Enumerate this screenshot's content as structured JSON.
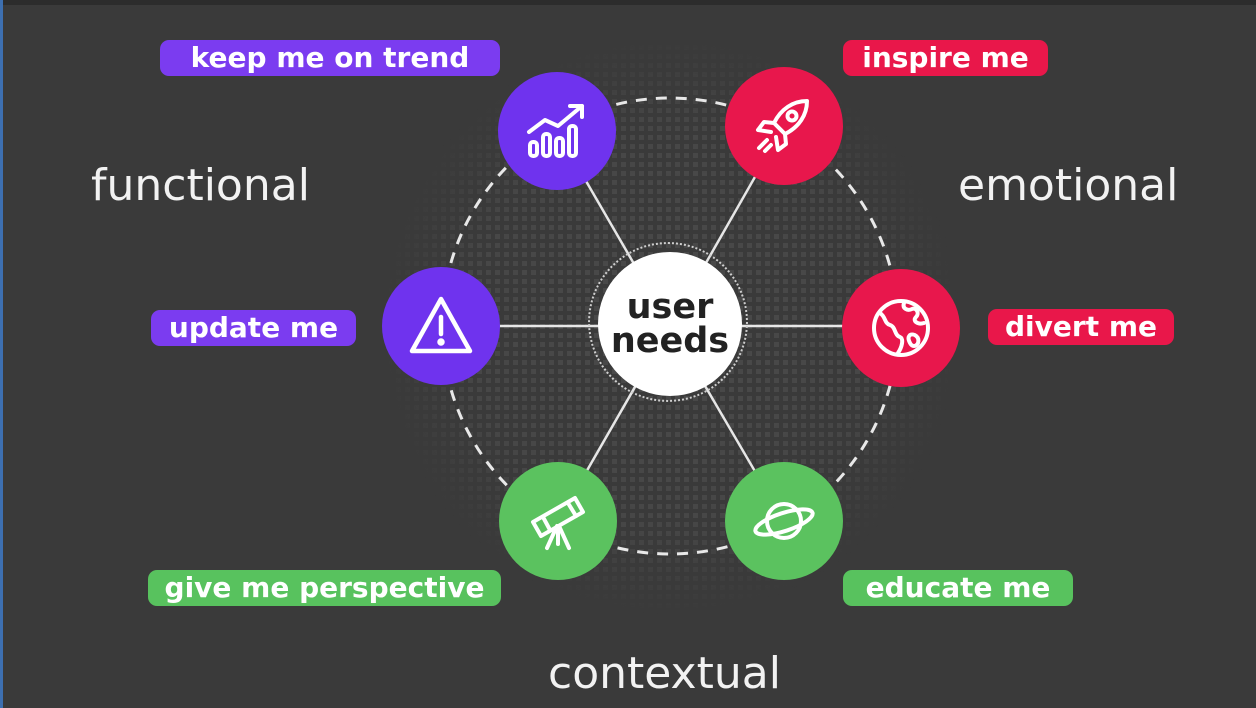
{
  "diagram": {
    "hub": {
      "line1": "user",
      "line2": "needs"
    },
    "categories": {
      "functional": "functional",
      "emotional": "emotional",
      "contextual": "contextual"
    },
    "needs": {
      "keep_me_on_trend": {
        "label": "keep me on trend",
        "icon": "trending-chart-icon",
        "color": "#6f33ee"
      },
      "inspire_me": {
        "label": "inspire me",
        "icon": "rocket-icon",
        "color": "#e8174c"
      },
      "update_me": {
        "label": "update me",
        "icon": "warning-icon",
        "color": "#6f33ee"
      },
      "divert_me": {
        "label": "divert me",
        "icon": "globe-icon",
        "color": "#e8174c"
      },
      "give_me_perspective": {
        "label": "give me perspective",
        "icon": "telescope-icon",
        "color": "#5bc25f"
      },
      "educate_me": {
        "label": "educate me",
        "icon": "planet-icon",
        "color": "#5bc25f"
      }
    }
  }
}
